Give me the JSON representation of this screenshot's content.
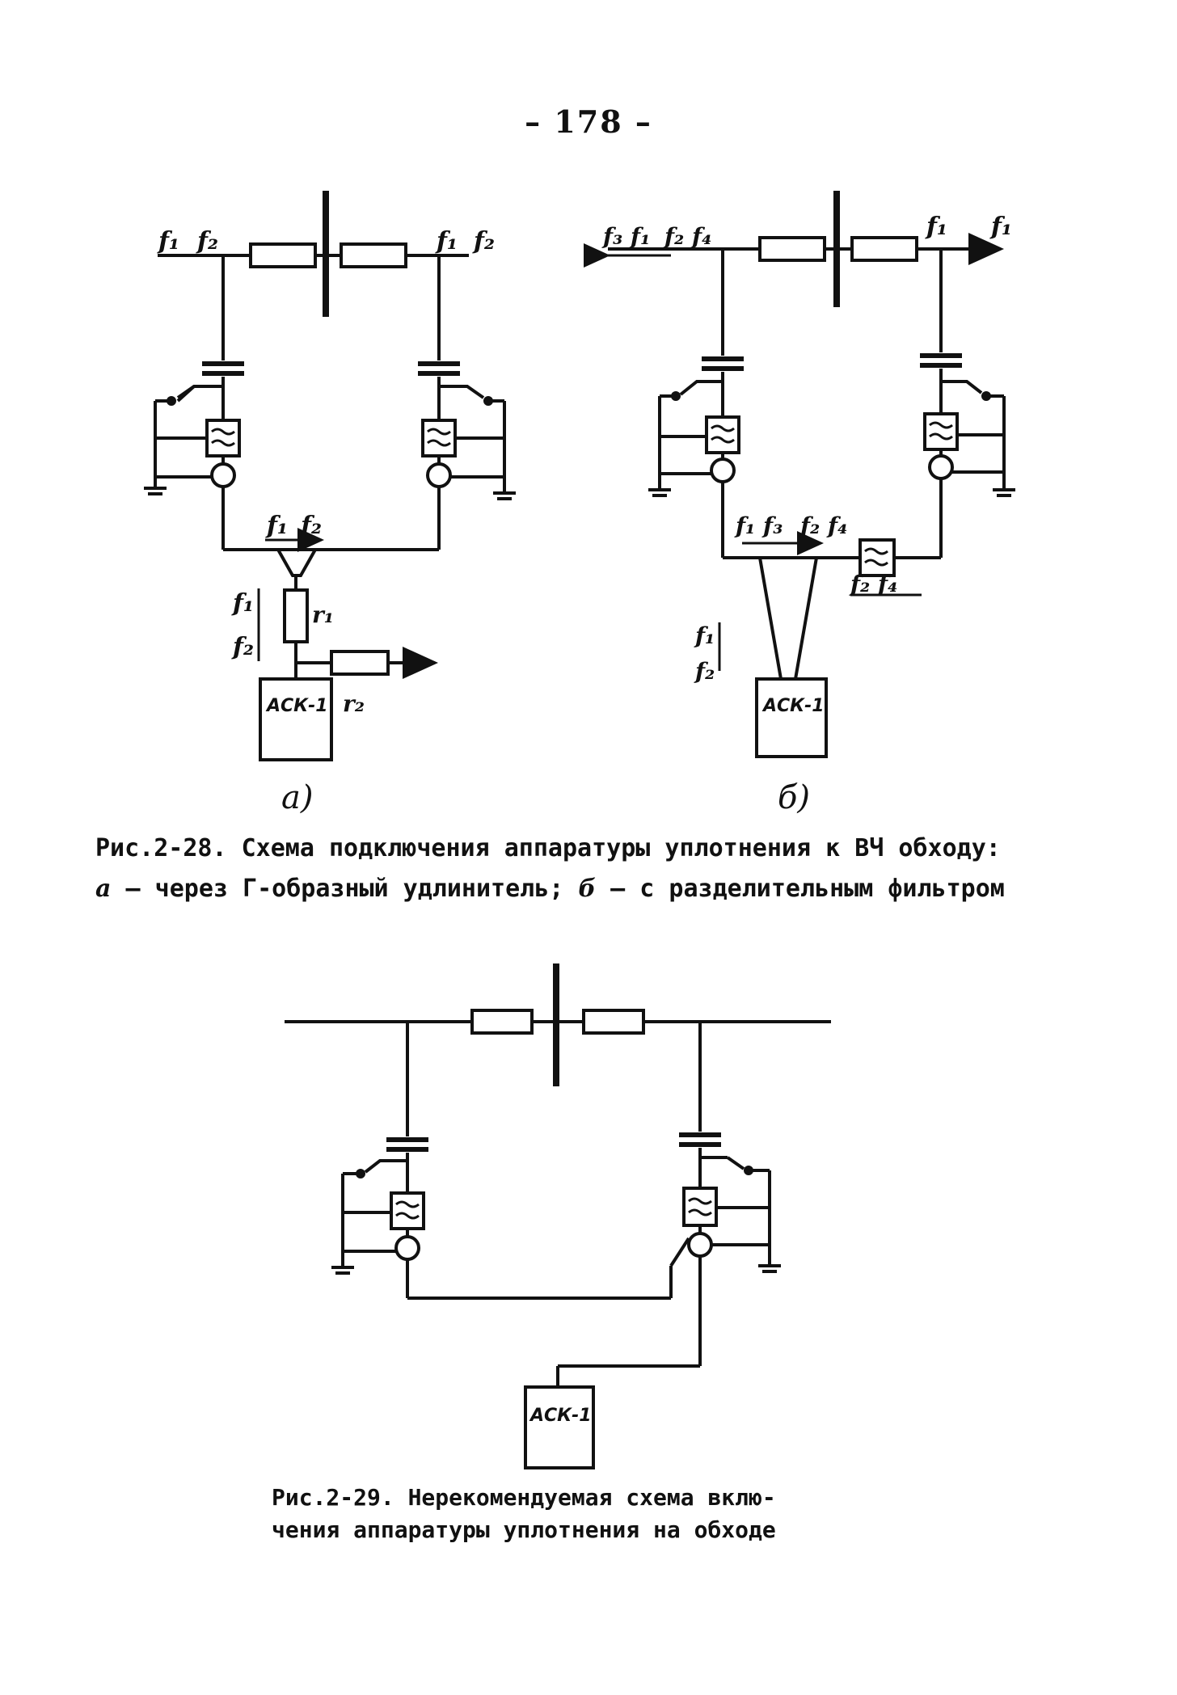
{
  "page_number": "– 178 –",
  "figure_a": {
    "labels": {
      "f1_left": "f₁",
      "f2_left": "f₂",
      "f1_right": "f₁",
      "f2_right": "f₂",
      "f1_mid": "f₁",
      "f2_mid": "f₂",
      "f1_vert": "f₁",
      "f2_vert": "f₂",
      "r1": "r₁",
      "r2": "r₂"
    },
    "unit_label": "АСК-1",
    "sublabel": "а)"
  },
  "figure_b": {
    "labels": {
      "f3f1_left": "f₃ f₁",
      "f2f4_left": "f₂ f₄",
      "f1_right": "f₁",
      "f1_far": "f₁",
      "f1f3_mid": "f₁ f₃",
      "f2f4_mid": "f₂ f₄",
      "f2f4_filter": "f₂ f₄",
      "f1_vert": "f₁",
      "f2_vert": "f₂"
    },
    "unit_label": "АСК-1",
    "sublabel": "б)"
  },
  "caption_28": {
    "line1": "Рис.2-28. Схема подключения аппаратуры уплотнения к ВЧ обходу:",
    "line2_a": "а",
    "line2_rest_a": " – через Г-образный удлинитель; ",
    "line2_b": "б",
    "line2_rest_b": " – с разделительным фильтром"
  },
  "figure_29": {
    "unit_label": "АСК-1"
  },
  "caption_29": {
    "line1": "Рис.2-29. Нерекомендуемая схема вклю-",
    "line2": "чения аппаратуры уплотнения на обходе"
  }
}
